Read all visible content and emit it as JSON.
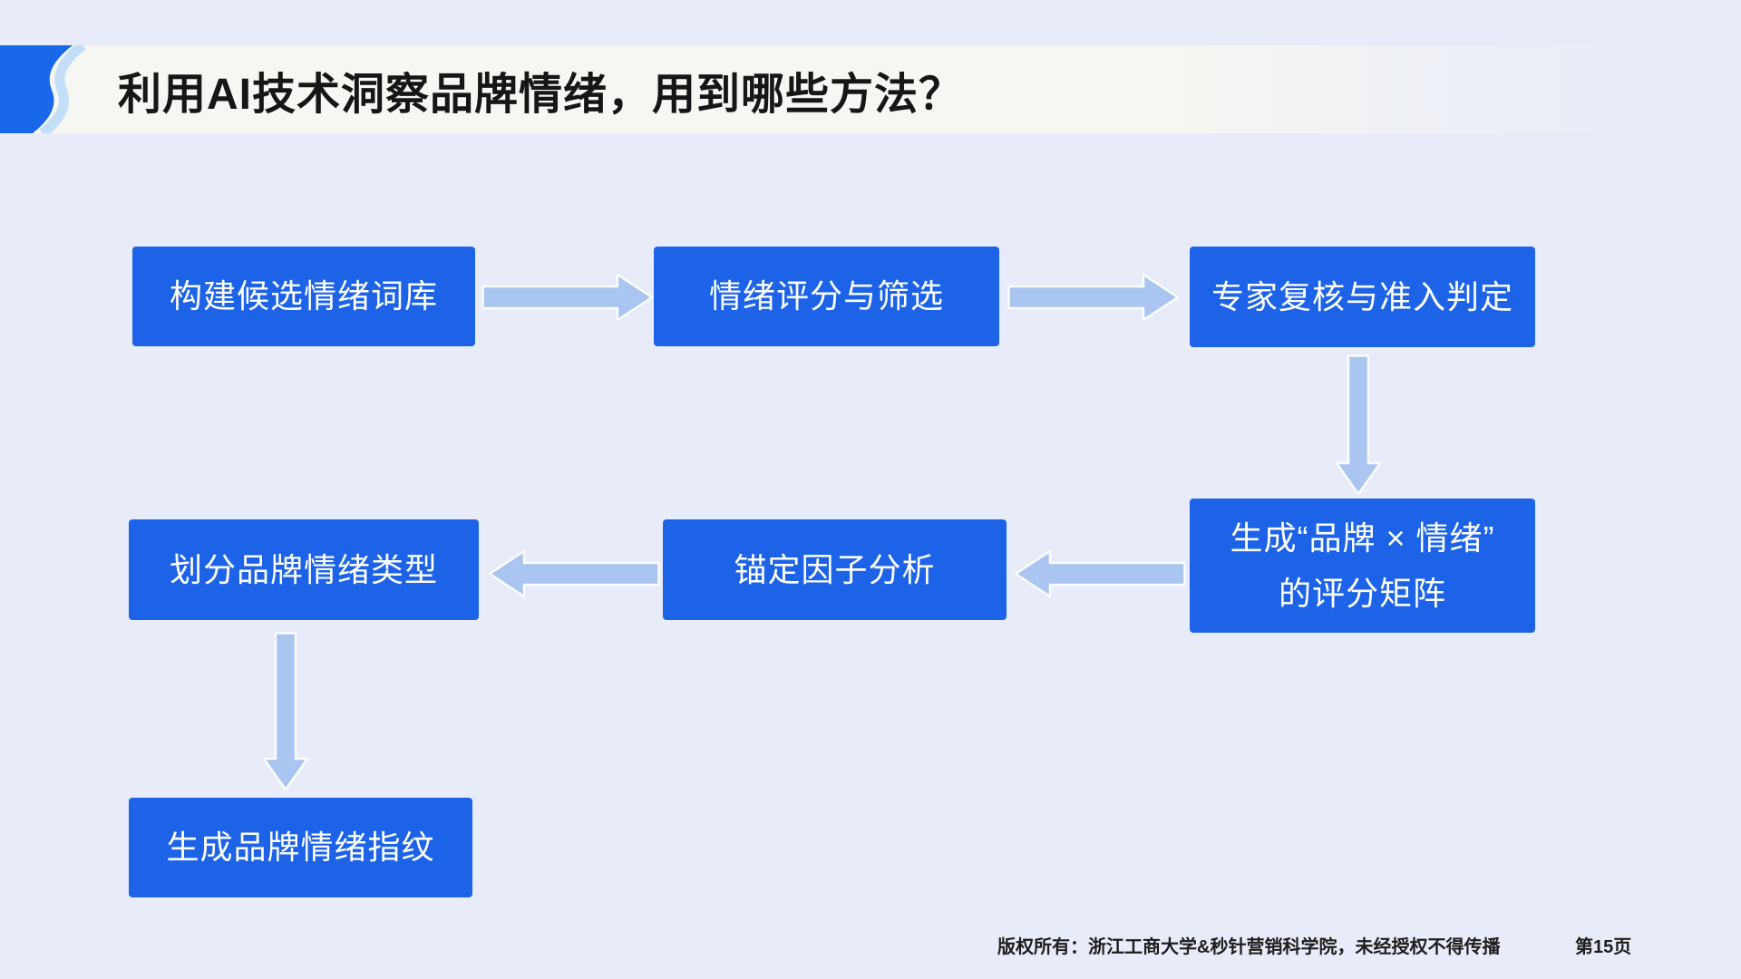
{
  "title": "利用AI技术洞察品牌情绪，用到哪些方法？",
  "flow": {
    "step1": {
      "label": "构建候选情绪词库"
    },
    "step2": {
      "label": "情绪评分与筛选"
    },
    "step3": {
      "label": "专家复核与准入判定"
    },
    "step4": {
      "line1": "生成“品牌 × 情绪”",
      "line2": "的评分矩阵"
    },
    "step5": {
      "label": "锚定因子分析"
    },
    "step6": {
      "label": "划分品牌情绪类型"
    },
    "step7": {
      "label": "生成品牌情绪指纹"
    }
  },
  "footer": {
    "copyright": "版权所有：浙江工商大学&秒针营销科学院，未经授权不得传播",
    "page_number": "第15页"
  },
  "colors": {
    "node_blue": "#1c63e8",
    "arrow_blue": "#a9c5f0",
    "background": "#e7ecf8",
    "title_band": "#f6f6f2",
    "corner_accent_blue": "#1968ea",
    "corner_accent_light": "#c3def8"
  }
}
